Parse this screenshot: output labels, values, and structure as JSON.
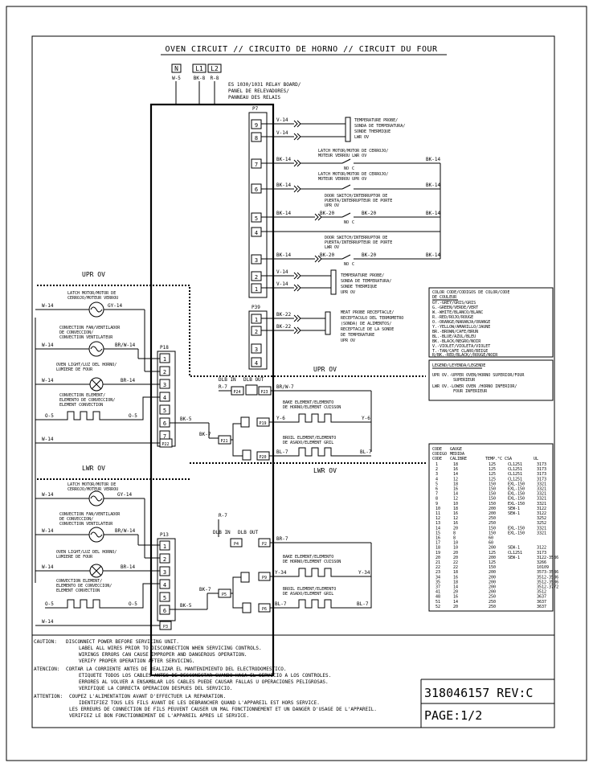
{
  "title": "OVEN CIRCUIT // CIRCUITO DE HORNO // CIRCUIT DU FOUR",
  "supply": [
    {
      "term": "N",
      "wire": "W-5"
    },
    {
      "term": "L1",
      "wire": "BK-8"
    },
    {
      "term": "L2",
      "wire": "R-8"
    }
  ],
  "relay_board": [
    "ES 1030/1031 RELAY BOARD/",
    "PANEL DE RELEVADORES/",
    "PANNEAU DES RELAIS"
  ],
  "connectors": {
    "p7": "P7",
    "p39": "P39",
    "p18": "P18",
    "p13": "P13"
  },
  "p7_pins": [
    "9",
    "8",
    "7",
    "6",
    "5",
    "4",
    "3",
    "2",
    "1"
  ],
  "p39_pins": [
    "1",
    "2",
    "3",
    "4"
  ],
  "p18_pins": [
    "1",
    "2",
    "3",
    "4",
    "5",
    "6",
    "7"
  ],
  "p13_pins": [
    "1",
    "2",
    "3",
    "4",
    "5",
    "6"
  ],
  "p7_labels": {
    "probe_upper": [
      "TEMPERATURE PROBE/",
      "SONDA DE TEMPERATURA/",
      "SONDE THERMIQUE",
      "LWR OV"
    ],
    "latch1": [
      "LATCH MOTOR/MOTOR DE CERROJO/",
      "MOTEUR VERROU LWR OV"
    ],
    "latch2": [
      "LATCH MOTOR/MOTOR DE CERROJO/",
      "MOTEUR VERROU UPR OV"
    ],
    "door1": [
      "DOOR SWITCH/INTERRUPTOR DE",
      "PUERTA/INTERRUPTEUR DE PORTE",
      "UPR OV"
    ],
    "door2": [
      "DOOR SWITCH/INTERRUPTOR DE",
      "PUERTA/INTERRUPTEUR DE PORTE",
      "LWR OV"
    ],
    "probe_lower": [
      "TEMPERATURE PROBE/",
      "SONDA DE TEMPERATURA/",
      "SONDE THERMIQUE",
      "UPR OV"
    ],
    "meat_probe": [
      "MEAT PROBE RECEPTACLE/",
      "RECEPTACULO DEL TERMOMETRO",
      "(SONDA) DE ALIMENTOS/",
      "RECEPTACLE DE LA SONDE",
      "DE TEMPERATURE",
      "UPR OV"
    ]
  },
  "wires": {
    "v14": "V-14",
    "bk14": "BK-14",
    "bk20": "BK-20",
    "bk22": "BK-22",
    "w14": "W-14",
    "gy14": "GY-14",
    "brw14": "BR/W-14",
    "br14": "BR-14",
    "o5": "O-5",
    "bk5": "BK-5",
    "bk7": "BK-7",
    "r7": "R-7",
    "brw7": "BR/W-7",
    "br7": "BR-7",
    "y6": "Y-6",
    "bl7": "BL-7",
    "y34": "Y-34",
    "no": "NO",
    "c": "C"
  },
  "sections": {
    "upr": "UPR OV",
    "lwr": "LWR OV"
  },
  "components": {
    "latch": [
      "LATCH MOTOR/MOTOR DE",
      "CERROJO/MOTEUR VERROU"
    ],
    "fan": [
      "CONVECTION FAN/VENTILADOR",
      "DE CONVECCION/",
      "CONVECTION VENTILATEUR"
    ],
    "light": [
      "OVEN LIGHT/LUZ DEL HORNO/",
      "LUMIERE DE FOUR"
    ],
    "conv_el": [
      "CONVECTION ELEMENT/",
      "ELEMENTO DE CONVECCION/",
      "ELEMENT CONVECTION"
    ],
    "bake": [
      "BAKE ELEMENT/ELEMENTO",
      "DE HORNO/ELEMENT CUISSON"
    ],
    "broil": [
      "BROIL ELEMENT/ELEMENTO",
      "DE ASADO/ELEMENT GRIL"
    ],
    "dlb_in": "DLB IN",
    "dlb_out": "DLB OUT",
    "p24": "P24",
    "p23": "P23",
    "p19": "P19",
    "p21": "P21",
    "p20": "P20",
    "p22": "P22",
    "p4": "P4",
    "p2": "P2",
    "p9": "P9",
    "p5": "P5",
    "p6": "P6",
    "p3": "P3"
  },
  "color_code": {
    "header": [
      "COLOR CODE/CODIGOS DE COLOR/CODE",
      "DE COULEUR"
    ],
    "rows": [
      "GY.-GREY/GRIS/GRIS",
      "G.-GREEN/VERDE/VERT",
      "W.-WHITE/BLANCO/BLANC",
      "R.-RED/ROJO/ROUGE",
      "O.-ORANGE/NARANJA/ORANGE",
      "Y.-YELLOW/AMARILLO/JAUNE",
      "BR.-BROWN/CAFE/BRUN",
      "BL.-BLUE/AZUL/BLEU",
      "BK.-BLACK/NEGRO/NOIR",
      "V.-VIOLET/VIOLETA/VIOLET",
      "T.-TAN/CAFE CLARO/BEIGE",
      "R/BK.-RED/BLACK//ROUGE/NOIR"
    ]
  },
  "legend": {
    "header": "LEGEND/LEYENDA/LEGENDE",
    "rows": [
      "UPR OV.-UPPER OVEN/HORNO SUPERIOR/FOUR",
      "SUPERIEUR",
      "LWR OV.-LOWER OVEN /HORNO INFERIOR/",
      "FOUR INFERIEUR"
    ]
  },
  "gauge_table": {
    "headers": [
      [
        "CODE",
        "GAUGE",
        "",
        "",
        ""
      ],
      [
        "CODIGO",
        "MEDIDA",
        "",
        "",
        ""
      ],
      [
        "CODE",
        "CALIBRE",
        "TEMP.°C",
        "CSA",
        "UL"
      ]
    ],
    "rows": [
      [
        "1",
        "18",
        "125",
        "CL1251",
        "3173"
      ],
      [
        "2",
        "16",
        "125",
        "CL1251",
        "3173"
      ],
      [
        "3",
        "14",
        "125",
        "CL1251",
        "3173"
      ],
      [
        "4",
        "12",
        "125",
        "CL1251",
        "3173"
      ],
      [
        "5",
        "18",
        "150",
        "EXL-150",
        "3321"
      ],
      [
        "6",
        "16",
        "150",
        "EXL-150",
        "3321"
      ],
      [
        "7",
        "14",
        "150",
        "EXL-150",
        "3321"
      ],
      [
        "8",
        "12",
        "150",
        "EXL-150",
        "3321"
      ],
      [
        "9",
        "10",
        "150",
        "EXL-150",
        "3321"
      ],
      [
        "10",
        "18",
        "200",
        "SEW-1",
        "3122"
      ],
      [
        "11",
        "16",
        "200",
        "SEW-1",
        "3122"
      ],
      [
        "12",
        "12",
        "250",
        "",
        "3252"
      ],
      [
        "13",
        "16",
        "250",
        "",
        "3252"
      ],
      [
        "14",
        "20",
        "150",
        "EXL-150",
        "3321"
      ],
      [
        "15",
        "8",
        "150",
        "EXL-150",
        "3321"
      ],
      [
        "16",
        "8",
        "60",
        "",
        ""
      ],
      [
        "17",
        "10",
        "60",
        "",
        ""
      ],
      [
        "18",
        "10",
        "200",
        "SEW-1",
        "3122"
      ],
      [
        "19",
        "20",
        "125",
        "CL1251",
        "3173"
      ],
      [
        "20",
        "20",
        "200",
        "SEW-1",
        "3122-3586"
      ],
      [
        "21",
        "22",
        "125",
        "",
        "3266"
      ],
      [
        "22",
        "22",
        "150",
        "",
        "10109"
      ],
      [
        "23",
        "18",
        "200",
        "",
        "3573-3586"
      ],
      [
        "34",
        "16",
        "200",
        "",
        "3512-3586"
      ],
      [
        "35",
        "18",
        "200",
        "",
        "3512-3586"
      ],
      [
        "37",
        "14",
        "200",
        "",
        "3512-3772"
      ],
      [
        "41",
        "20",
        "200",
        "",
        "3512"
      ],
      [
        "48",
        "16",
        "250",
        "",
        "3637"
      ],
      [
        "51",
        "14",
        "250",
        "",
        "3637"
      ],
      [
        "52",
        "20",
        "250",
        "",
        "3637"
      ]
    ]
  },
  "caution": {
    "en_label": "CAUTION:",
    "en": [
      "DISCONNECT POWER BEFORE SERVICING UNIT.",
      "LABEL ALL WIRES PRIOR TO DISCONNECTION WHEN SERVICING CONTROLS.",
      "WIRINGS ERRORS CAN CAUSE IMPROPER AND DANGEROUS OPERATION.",
      "VERIFY PROPER OPERATION AFTER SERVICING."
    ],
    "es_label": "ATENCION:",
    "es": [
      "CORTAR LA CORRIENTE ANTES DE REALIZAR EL MANTENIMIENTO DEL ELECTRODOMESTICO.",
      "ETIQUETE TODOS LOS CABLES ANTES DE DESCONECTAR CUANDO HAGA EL SERVICIO A LOS CONTROLES.",
      "ERRORES AL VOLVER A ENSAMBLAR LOS CABLES PUEDE CAUSAR FALLAS U OPERACIONES PELIGROSAS.",
      "VERIFIQUE LA CORRECTA OPERACION DESPUES DEL SERVICIO."
    ],
    "fr_label": "ATTENTION:",
    "fr": [
      "COUPEZ L'ALIMENTATION AVANT D'EFFECTUER LA REPARATION.",
      "IDENTIFIEZ TOUS LES FILS AVANT DE LES DEBRANCHER QUAND L'APPAREIL EST HORS SERVICE.",
      "LES ERREURS DE CONNECTION DE FILS PEUVENT CAUSER UN MAL FONCTIONNEMENT ET UN DANGER D'USAGE DE L'APPAREIL.",
      "VERIFIEZ LE BON FONCTIONNEMENT DE L'APPAREIL APRES LE SERVICE."
    ]
  },
  "doc": {
    "number": "318046157 REV:C",
    "page": "PAGE:1/2"
  }
}
